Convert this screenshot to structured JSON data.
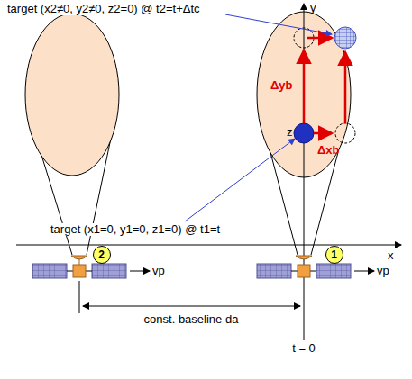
{
  "diagram": {
    "nodes": [
      {
        "text": [
          "2"
        ]
      },
      {
        "text": [
          "1"
        ]
      }
    ],
    "labels": [
      "target (x2≠0, y2≠0, z2=0) @ t2=t+Δtc",
      "target (x1=0, y1=0, z1=0) @ t1=t",
      "y",
      "x",
      "z",
      "Δyb",
      "Δxb",
      "vp",
      "vp",
      "const. baseline da",
      "t = 0"
    ]
  }
}
